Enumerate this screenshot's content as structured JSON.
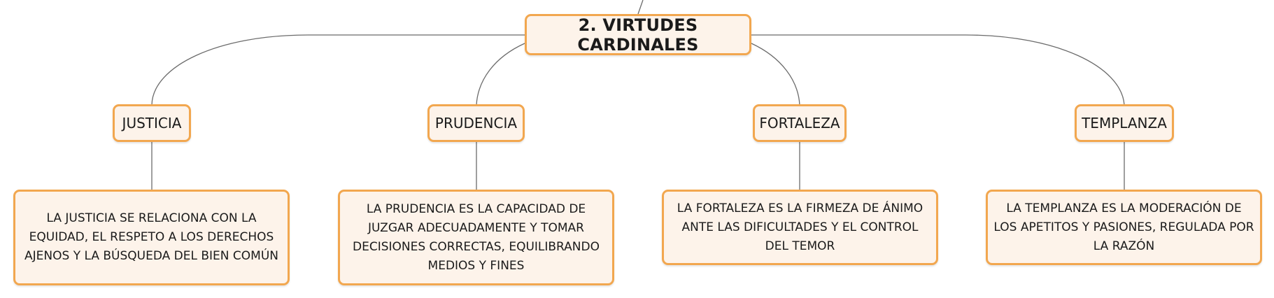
{
  "diagram": {
    "root": {
      "label": "2. VIRTUDES CARDINALES"
    },
    "branches": [
      {
        "label": "JUSTICIA",
        "description": "LA JUSTICIA SE RELACIONA CON LA EQUIDAD, EL RESPETO A LOS DERECHOS AJENOS Y LA BÚSQUEDA DEL BIEN COMÚN"
      },
      {
        "label": "PRUDENCIA",
        "description": "LA PRUDENCIA ES LA CAPACIDAD DE JUZGAR ADECUADAMENTE Y TOMAR DECISIONES CORRECTAS, EQUILIBRANDO MEDIOS Y FINES"
      },
      {
        "label": "FORTALEZA",
        "description": "LA FORTALEZA ES LA FIRMEZA DE ÁNIMO ANTE LAS DIFICULTADES Y EL CONTROL DEL TEMOR"
      },
      {
        "label": "TEMPLANZA",
        "description": "LA TEMPLANZA ES LA MODERACIÓN DE LOS APETITOS Y PASIONES, REGULADA POR LA RAZÓN"
      }
    ]
  },
  "colors": {
    "node_border": "#f2a74f",
    "node_fill": "#fdf3ea",
    "connector": "#6b6b6b",
    "text": "#1a1a1a"
  }
}
